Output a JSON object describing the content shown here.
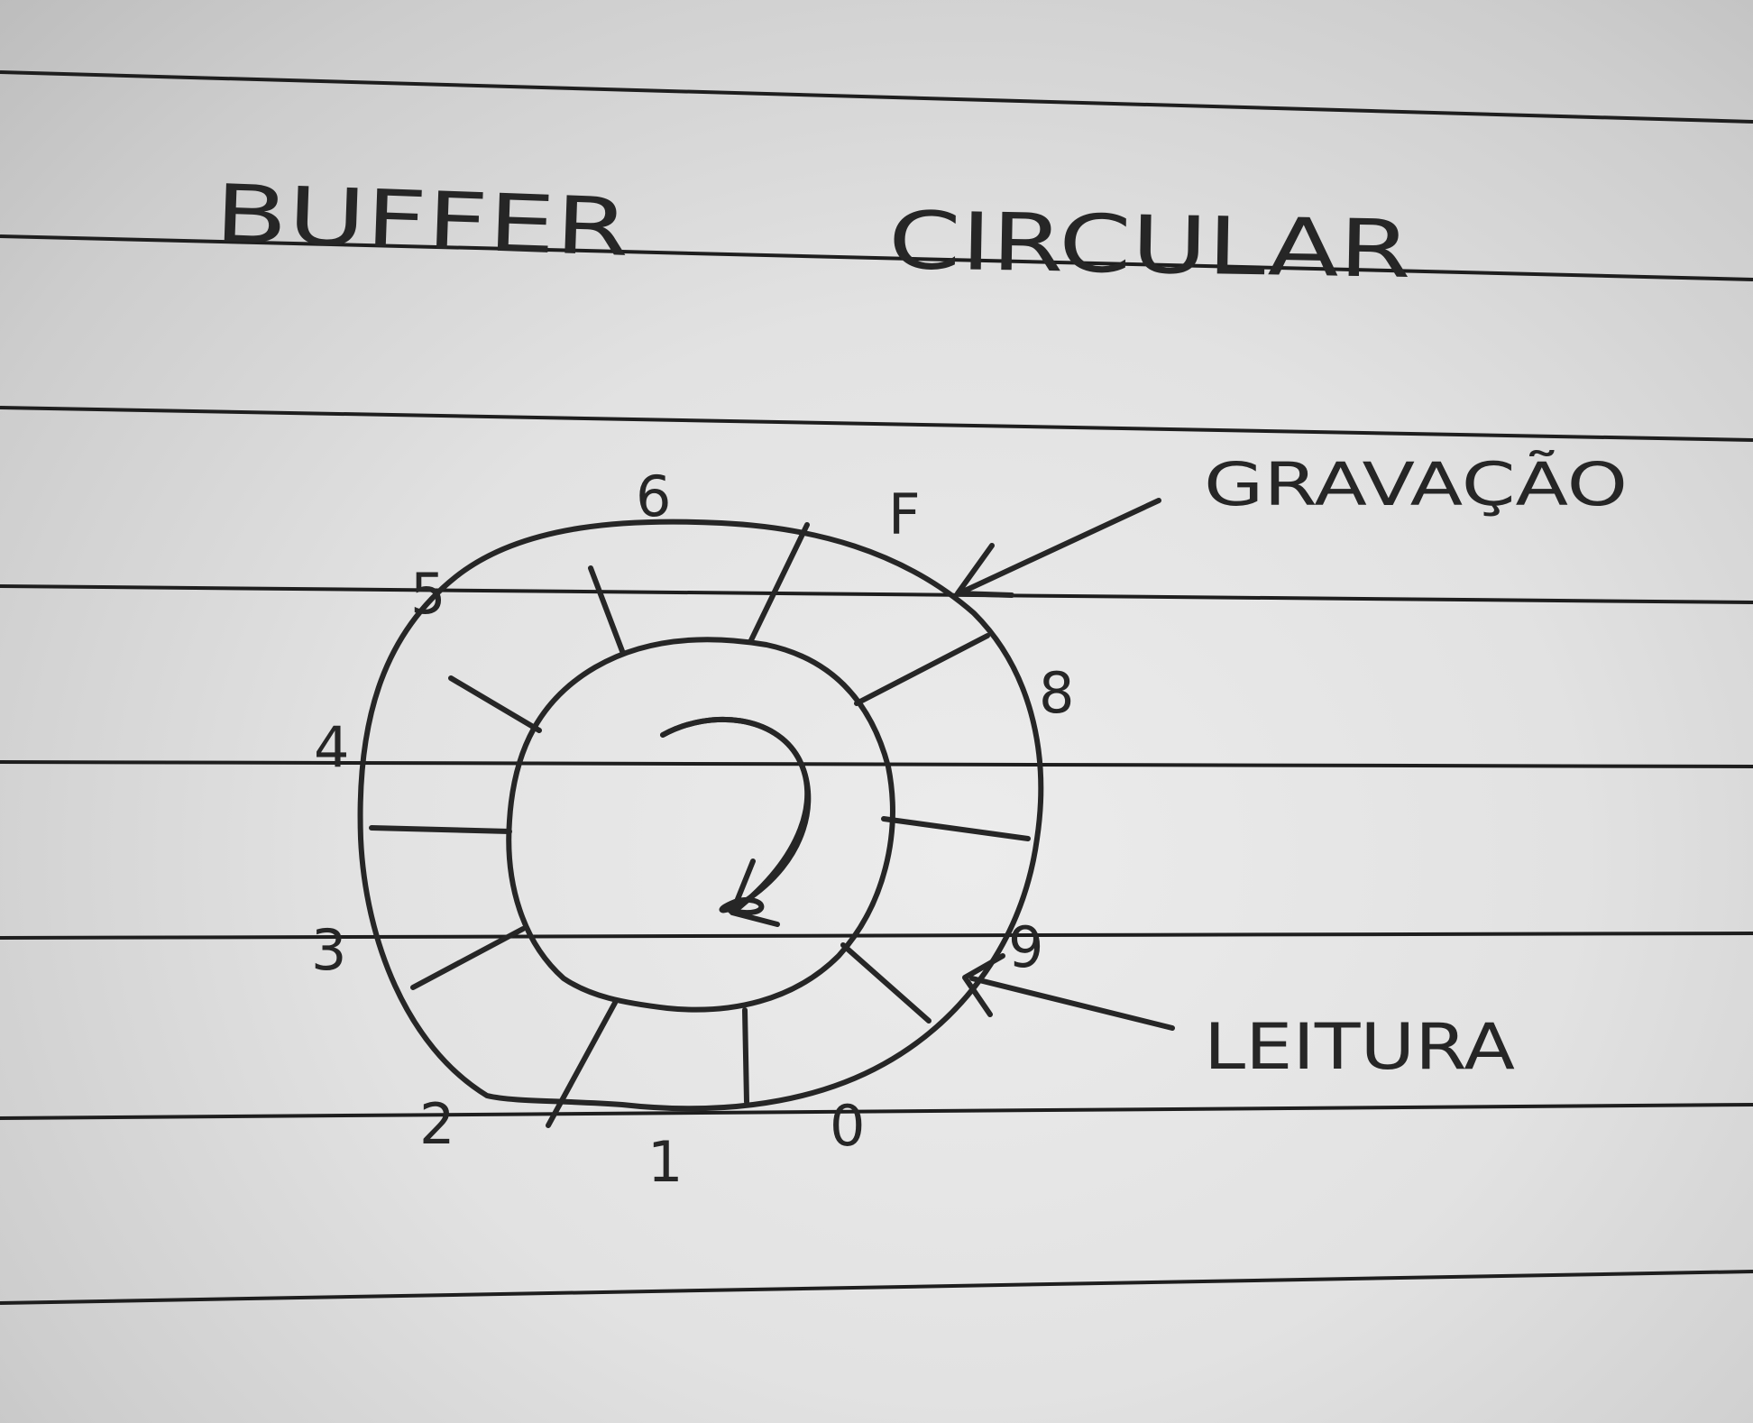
{
  "title": {
    "word1": "BUFFER",
    "word2": "CIRCULAR"
  },
  "labels": {
    "write": "GRAVAÇÃO",
    "read": "LEITURA"
  },
  "slots": [
    "0",
    "1",
    "2",
    "3",
    "4",
    "5",
    "6",
    "F",
    "8",
    "9"
  ],
  "colors": {
    "ink": "#262626",
    "paper": "#e6e6e6",
    "rule": "#1e1e1e"
  }
}
